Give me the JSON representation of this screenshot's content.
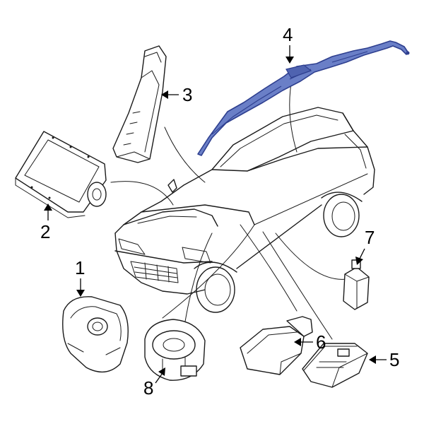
{
  "diagram": {
    "highlight_color": "#2e3f8f",
    "callouts": [
      {
        "id": "1",
        "label": "1"
      },
      {
        "id": "2",
        "label": "2"
      },
      {
        "id": "3",
        "label": "3"
      },
      {
        "id": "4",
        "label": "4"
      },
      {
        "id": "5",
        "label": "5"
      },
      {
        "id": "6",
        "label": "6"
      },
      {
        "id": "7",
        "label": "7"
      },
      {
        "id": "8",
        "label": "8"
      }
    ]
  }
}
